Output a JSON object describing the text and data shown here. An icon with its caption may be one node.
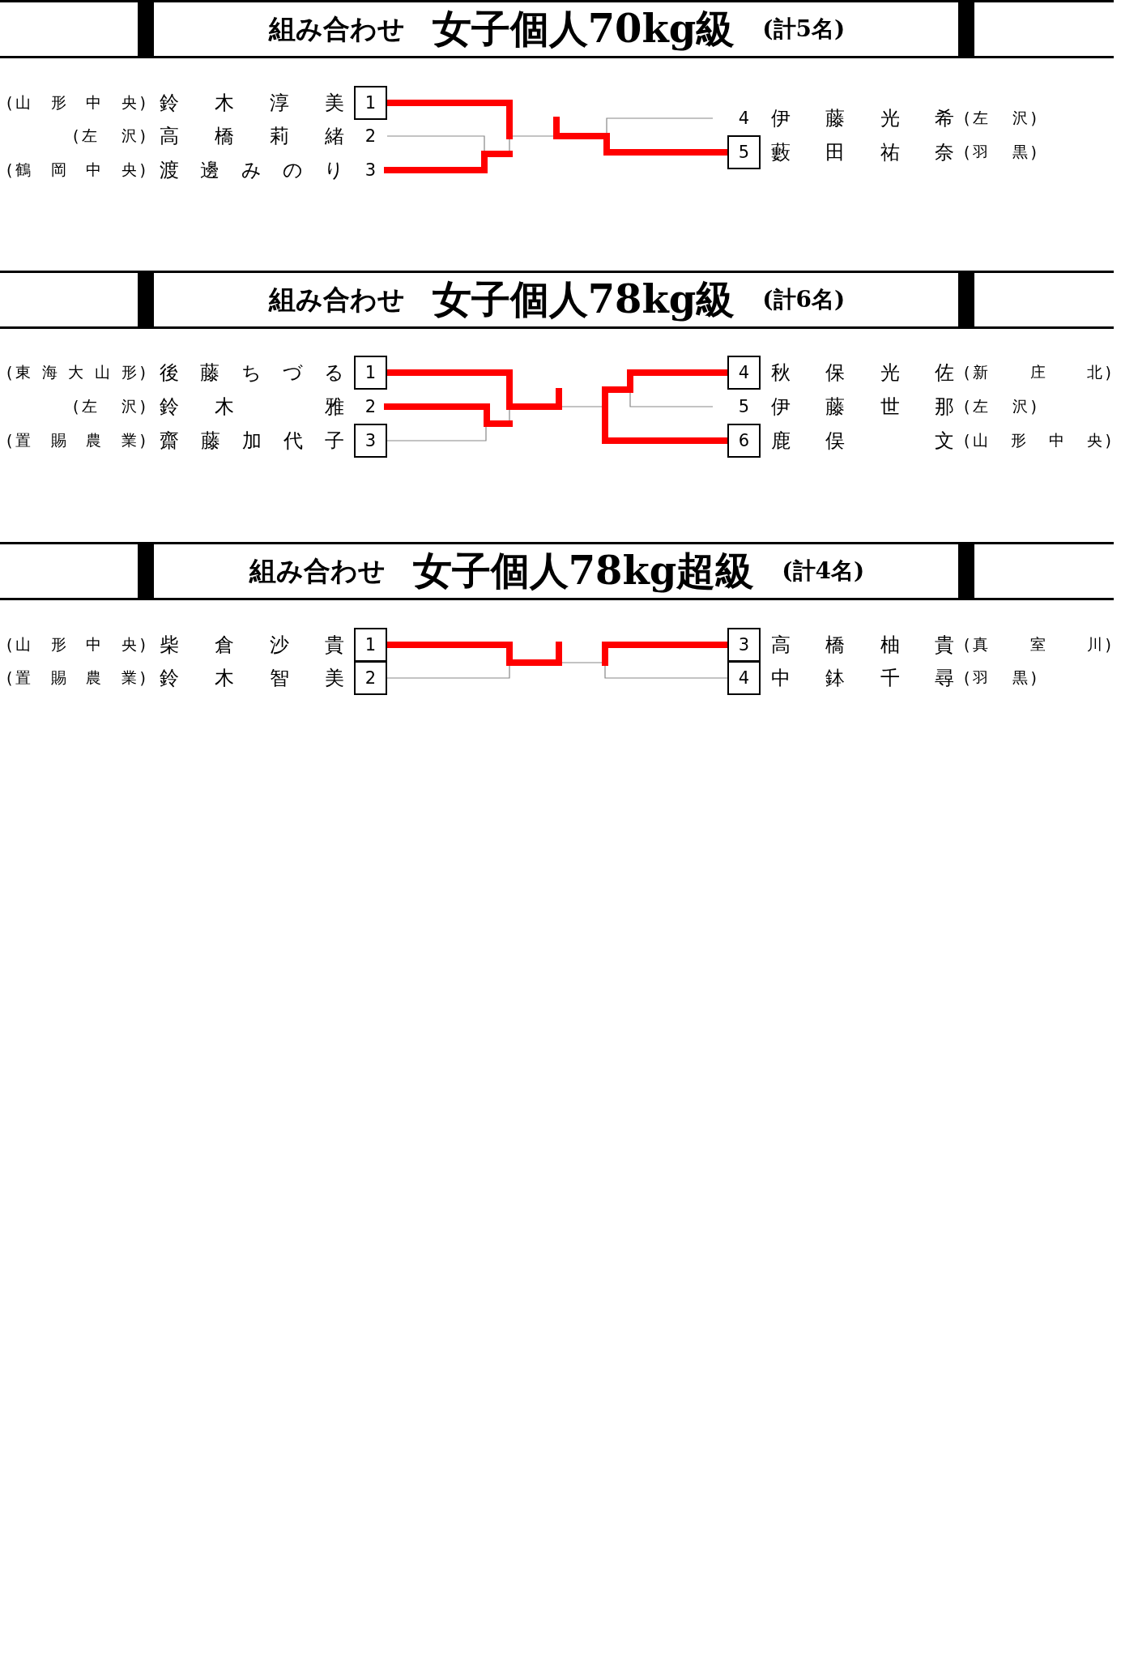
{
  "diagram": {
    "nodes": [
      {
        "text": [
          "組み合わせ",
          "女子個人70kg級",
          "(計5名)"
        ]
      },
      {
        "text": [
          "(山形中央)",
          "鈴木淳美",
          "1"
        ]
      },
      {
        "text": [
          "(左沢)",
          "高橋莉緒",
          "2"
        ]
      },
      {
        "text": [
          "(鶴岡中央)",
          "渡邊みのり",
          "3"
        ]
      },
      {
        "text": [
          "4",
          "伊藤光希",
          "(左沢)"
        ]
      },
      {
        "text": [
          "5",
          "藪田祐奈",
          "(羽黒)"
        ]
      },
      {
        "text": [
          "組み合わせ",
          "女子個人78kg級",
          "(計6名)"
        ]
      },
      {
        "text": [
          "(東海大山形)",
          "後藤ちづる",
          "1"
        ]
      },
      {
        "text": [
          "(左沢)",
          "鈴木　雅",
          "2"
        ]
      },
      {
        "text": [
          "(置賜農業)",
          "齋藤加代子",
          "3"
        ]
      },
      {
        "text": [
          "4",
          "秋保光佐",
          "(新庄北)"
        ]
      },
      {
        "text": [
          "5",
          "伊藤世那",
          "(左沢)"
        ]
      },
      {
        "text": [
          "6",
          "鹿俣　文",
          "(山形中央)"
        ]
      },
      {
        "text": [
          "組み合わせ",
          "女子個人78kg超級",
          "(計4名)"
        ]
      },
      {
        "text": [
          "(山形中央)",
          "柴倉沙貴",
          "1"
        ]
      },
      {
        "text": [
          "(置賜農業)",
          "鈴木智美",
          "2"
        ]
      },
      {
        "text": [
          "3",
          "高橋柚貴",
          "(真室川)"
        ]
      },
      {
        "text": [
          "4",
          "中鉢千尋",
          "(羽黒)"
        ]
      }
    ]
  }
}
